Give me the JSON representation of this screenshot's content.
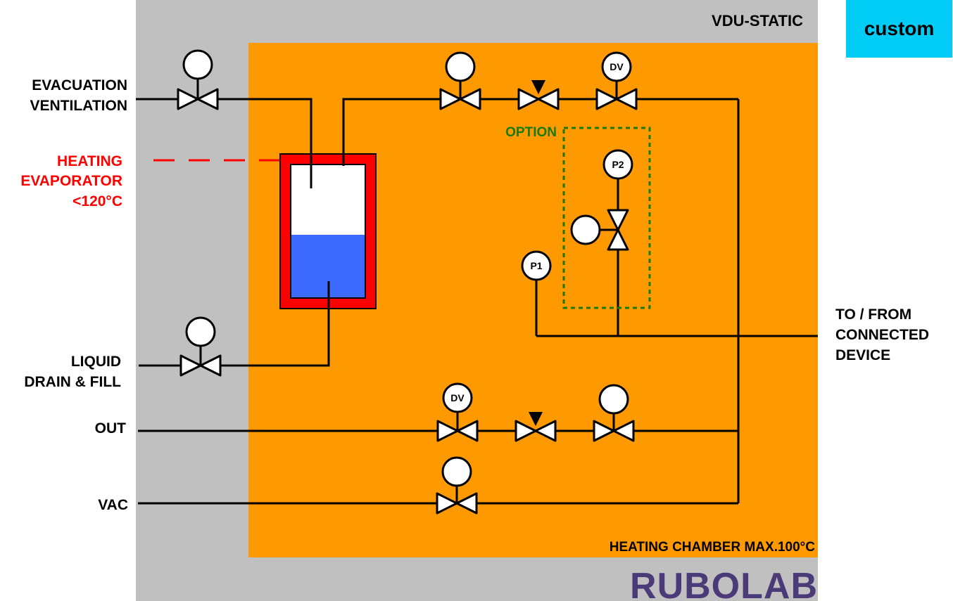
{
  "header": {
    "unit_name": "VDU-STATIC",
    "badge": "custom"
  },
  "labels": {
    "evacuation_line1": "EVACUATION",
    "evacuation_line2": "VENTILATION",
    "heating_line1": "HEATING",
    "heating_line2": "EVAPORATOR",
    "heating_line3": "<120°C",
    "liquid_line1": "LIQUID",
    "liquid_line2": "DRAIN & FILL",
    "out": "OUT",
    "vac": "VAC",
    "device_line1": "TO / FROM",
    "device_line2": "CONNECTED",
    "device_line3": "DEVICE",
    "option": "OPTION",
    "chamber": "HEATING CHAMBER MAX.100°C"
  },
  "instrument_tags": {
    "dv_top": "DV",
    "dv_bottom": "DV",
    "p1": "P1",
    "p2": "P2"
  },
  "logo": {
    "text": "RUBOLAB",
    "color": "#4a3a78"
  },
  "colors": {
    "enclosure": "#c0c0c0",
    "chamber": "#ff9900",
    "heater": "#ff0000",
    "liquid": "#3d6bff",
    "option_border": "#1a7a00",
    "heating_line": "#ff0000",
    "badge": "#00ccf5"
  }
}
